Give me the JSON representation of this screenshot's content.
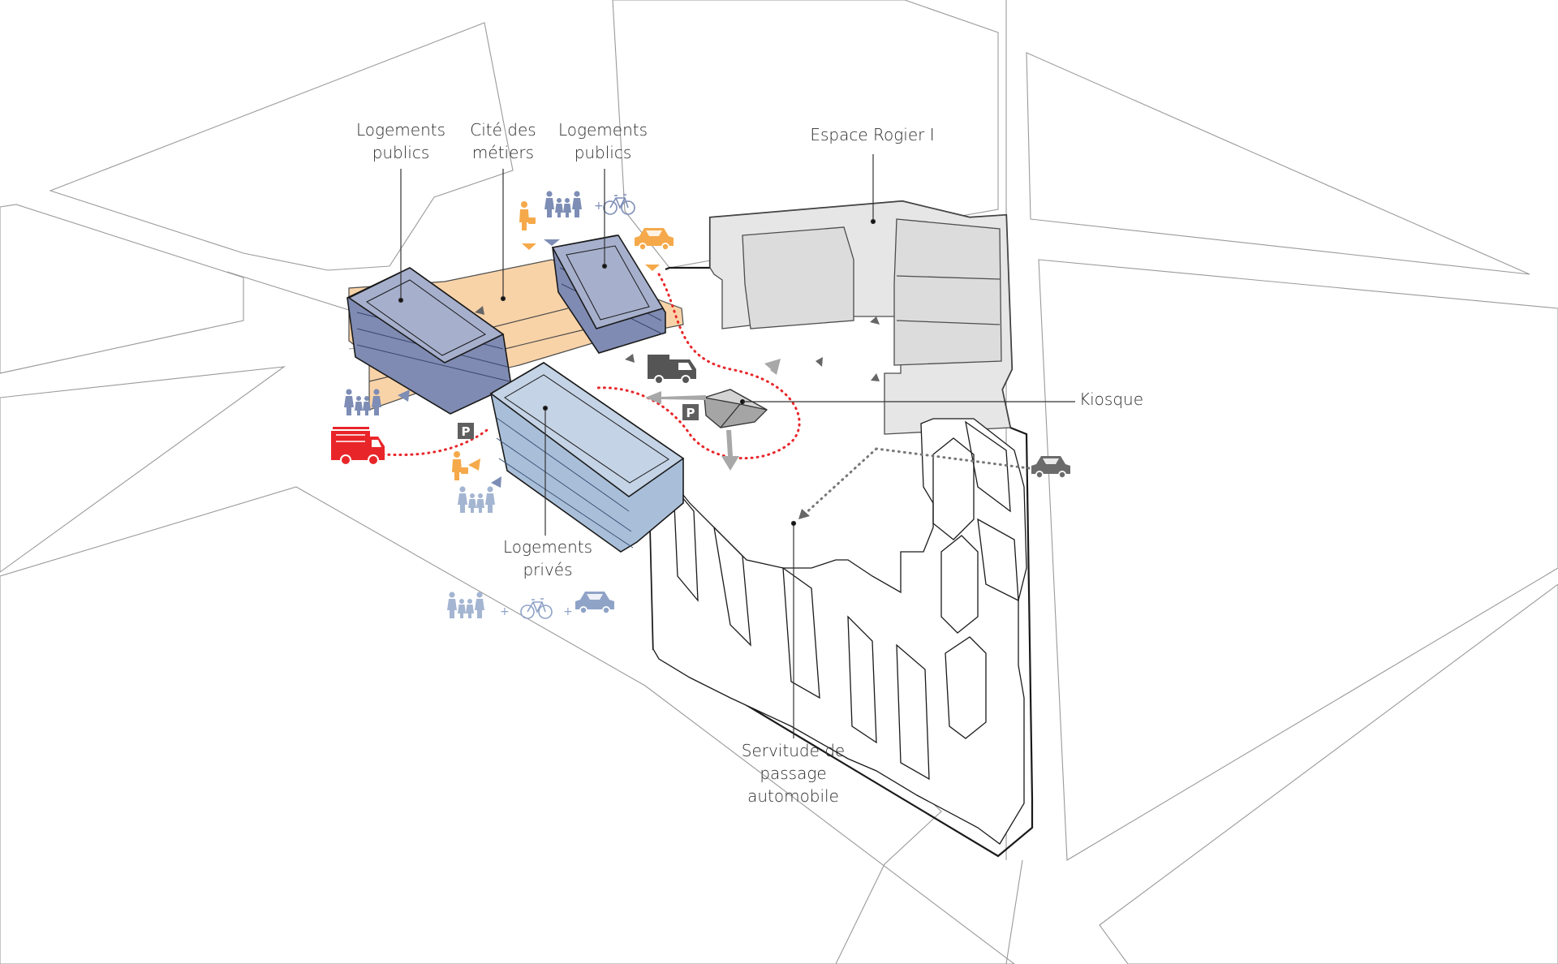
{
  "labels": {
    "logements_publics_left": [
      "Logements",
      "publics"
    ],
    "cite_des_metiers": [
      "Cité des",
      "métiers"
    ],
    "logements_publics_right": [
      "Logements",
      "publics"
    ],
    "espace_rogier": "Espace Rogier I",
    "kiosque": "Kiosque",
    "logements_prives": [
      "Logements",
      "privés"
    ],
    "servitude": [
      "Servitude de",
      "passage",
      "automobile"
    ]
  },
  "parking_glyph": "P",
  "flow_icons": {
    "public_top": [
      "pedestrians-icon",
      "bicycle-icon"
    ],
    "private_bottom": [
      "pedestrians-icon",
      "bicycle-icon",
      "car-icon"
    ],
    "plus": "+"
  },
  "colors": {
    "public_housing": "#a6b0cd",
    "private_housing": "#c4d3e5",
    "cite_des_metiers": "#f9d3a8",
    "existing_building": "#e4e4e4",
    "orange_accent": "#f5a94a",
    "blue_accent": "#8fa3c7",
    "fire_red": "#e8262a",
    "grey_vehicle": "#6b6b6b",
    "dotted_red": "#e8262a"
  }
}
